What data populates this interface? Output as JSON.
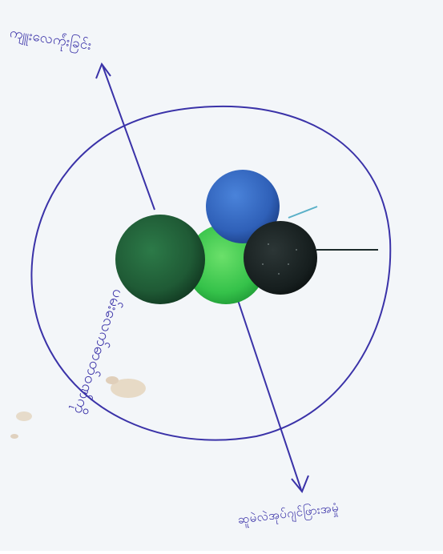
{
  "labels": {
    "top": "ကျူးလေက်ုံးခြင်း",
    "bottom": "ဆူမဲလဲအုပ်ဂျင်ဖြားအမှုံ",
    "side": "ပမ်းလေက်ဓာတ်ဝဏ်ကို"
  },
  "colors": {
    "ink": "#3a32a8",
    "dark_green_ball": "#1f5a35",
    "light_green_ball": "#35c24a",
    "blue_ball": "#2f60b8",
    "black_ball": "#161e1e",
    "paper": "#f3f6f9"
  }
}
